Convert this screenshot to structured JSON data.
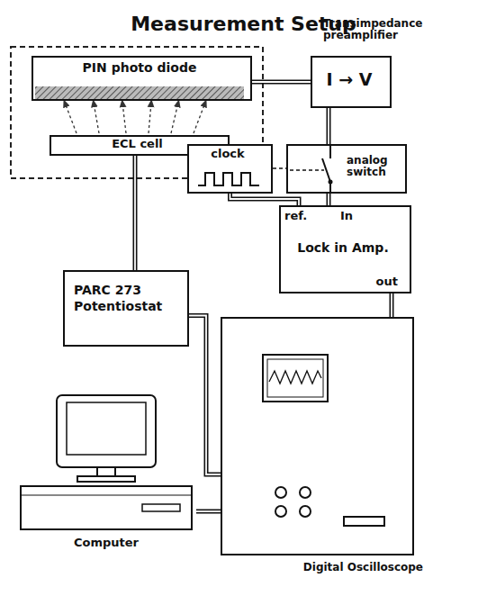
{
  "diagram": {
    "title": "Measurement Setup",
    "nodes": [
      {
        "text": [
          "PIN photo diode"
        ]
      },
      {
        "text": [
          "ECL cell"
        ]
      },
      {
        "text": [
          "Transimpedance preamplifier",
          "I → V"
        ]
      },
      {
        "text": [
          "clock"
        ]
      },
      {
        "text": [
          "analog switch"
        ]
      },
      {
        "text": [
          "ref.",
          "In",
          "Lock in Amp.",
          "out"
        ]
      },
      {
        "text": [
          "PARC 273 Potentiostat"
        ]
      },
      {
        "text": [
          "Computer"
        ]
      },
      {
        "text": [
          "Digital Oscilloscope"
        ]
      }
    ],
    "edges": [
      {
        "from": 0,
        "to": 2,
        "arrow": "none"
      },
      {
        "from": 1,
        "to": 6,
        "arrow": "none"
      },
      {
        "from": 6,
        "to": 8,
        "arrow": "none"
      },
      {
        "from": 7,
        "to": 8,
        "arrow": "none"
      },
      {
        "from": 2,
        "to": 4,
        "arrow": "none"
      },
      {
        "from": 3,
        "to": 4,
        "arrow": "none"
      },
      {
        "from": 3,
        "to": 5,
        "arrow": "none"
      },
      {
        "from": 4,
        "to": 5,
        "arrow": "none"
      },
      {
        "from": 5,
        "to": 8,
        "arrow": "none"
      }
    ]
  }
}
